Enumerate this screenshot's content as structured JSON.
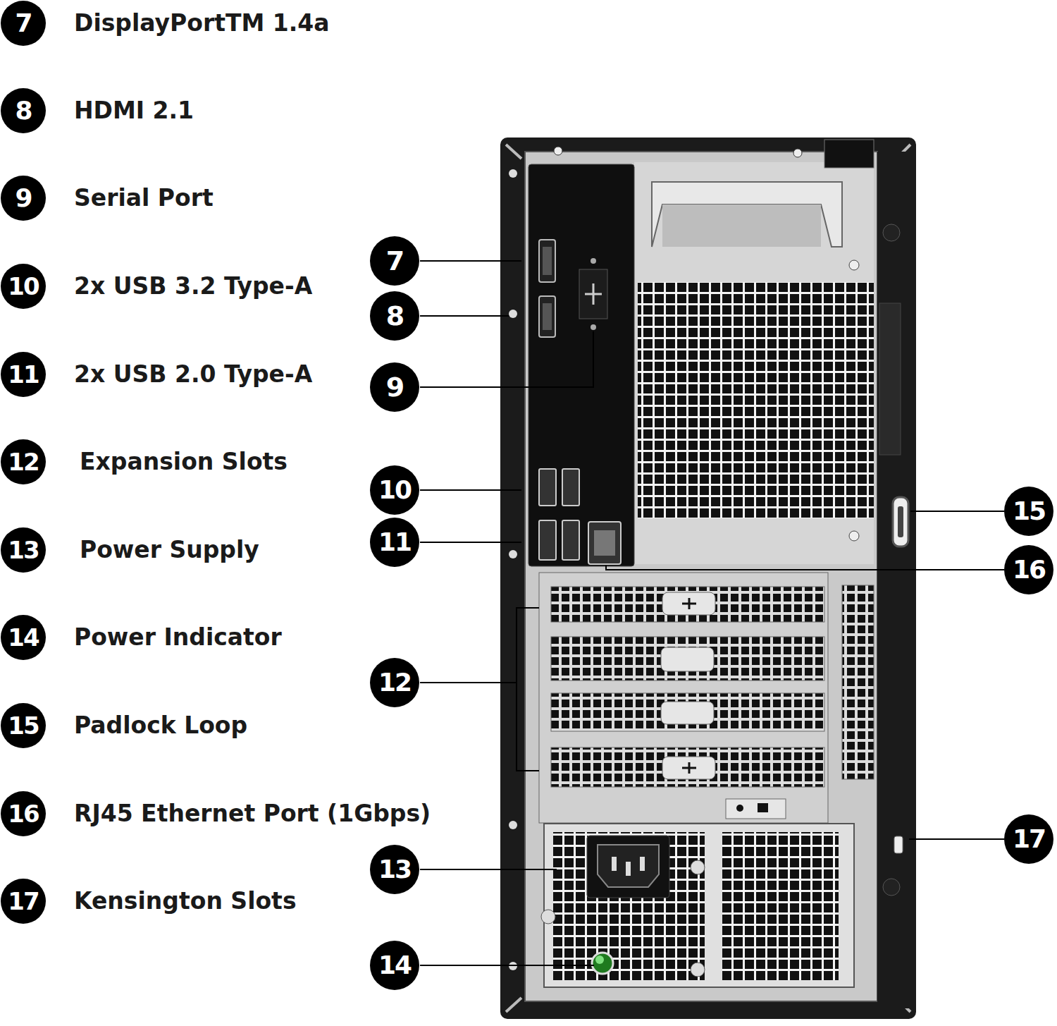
{
  "diagram": {
    "nodes": [
      {
        "text": [
          "7"
        ]
      },
      {
        "text": [
          "8"
        ]
      },
      {
        "text": [
          "9"
        ]
      },
      {
        "text": [
          "10"
        ]
      },
      {
        "text": [
          "11"
        ]
      },
      {
        "text": [
          "12"
        ]
      },
      {
        "text": [
          "13"
        ]
      },
      {
        "text": [
          "14"
        ]
      },
      {
        "text": [
          "15"
        ]
      },
      {
        "text": [
          "16"
        ]
      },
      {
        "text": [
          "17"
        ]
      },
      {
        "text": [
          "7"
        ]
      },
      {
        "text": [
          "8"
        ]
      },
      {
        "text": [
          "9"
        ]
      },
      {
        "text": [
          "10"
        ]
      },
      {
        "text": [
          "15"
        ]
      },
      {
        "text": [
          "11"
        ]
      },
      {
        "text": [
          "16"
        ]
      },
      {
        "text": [
          "12"
        ]
      },
      {
        "text": [
          "17"
        ]
      },
      {
        "text": [
          "13"
        ]
      },
      {
        "text": [
          "14"
        ]
      }
    ],
    "labels": [
      "DisplayPortTM 1.4a",
      "HDMI 2.1",
      "Serial Port",
      "2x USB 3.2 Type-A",
      "2x USB 2.0 Type-A",
      "Expansion Slots",
      "Power Supply",
      "Power Indicator",
      "Padlock Loop",
      "RJ45 Ethernet Port (1Gbps)",
      "Kensington Slots"
    ]
  }
}
